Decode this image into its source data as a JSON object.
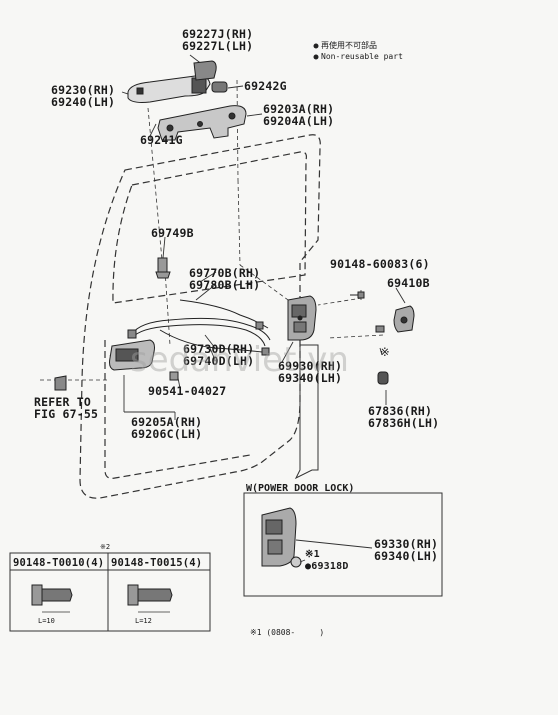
{
  "legend": {
    "reusable_jp": "再使用不可部品",
    "non_reusable": "Non-reusable part"
  },
  "parts": {
    "p69227": "69227J(RH)\n69227L(LH)",
    "p69230": "69230(RH)\n69240(LH)",
    "p69242": "69242G",
    "p69203": "69203A(RH)\n69204A(LH)",
    "p69241": "69241G",
    "p69749": "69749B",
    "p69770": "69770B(RH)\n69780B(LH)",
    "p90148_60083": "90148-60083(6)",
    "p69410": "69410B",
    "p69730": "69730D(RH)\n69740D(LH)",
    "p69930": "69930(RH)\n69340(LH)",
    "p90541": "90541-04027",
    "p69205": "69205A(RH)\n69206C(LH)",
    "p67836": "67836(RH)\n67836H(LH)",
    "refer": "REFER TO\nFIG 67-55",
    "star": "※",
    "star2": "※2",
    "power_lock_title": "W(POWER DOOR LOCK)",
    "p69330": "69330(RH)\n69340(LH)",
    "p69318": "※1\n●69318D",
    "screw1": "90148-T0010(4)",
    "screw2": "90148-T0015(4)",
    "len1": "L=10",
    "len2": "L=12",
    "footnote": "※1 (0808-     )",
    "watermark": "sedanviet.vn"
  }
}
